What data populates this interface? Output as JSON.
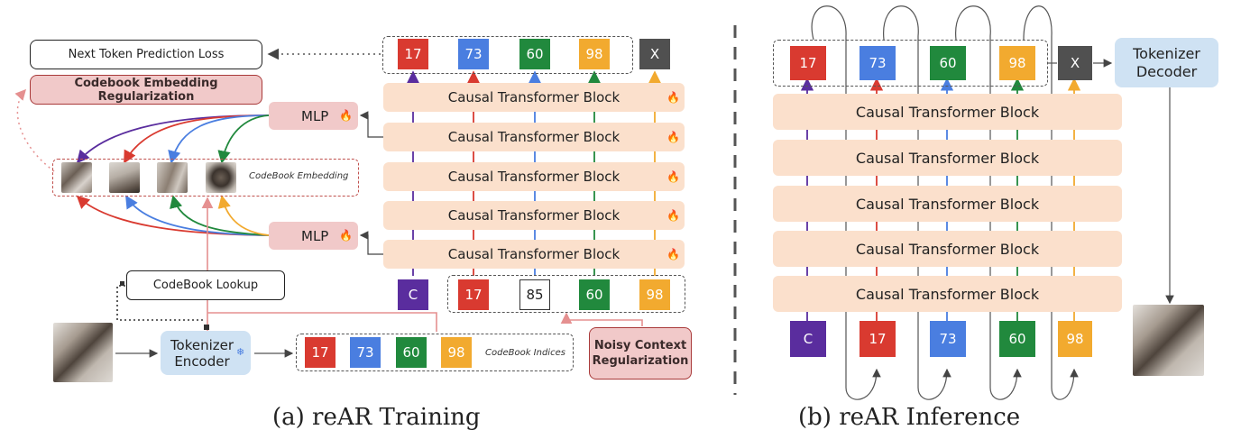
{
  "colors": {
    "red": "#d93a30",
    "blue": "#4a7ee0",
    "green": "#21893d",
    "orange": "#f2aa2f",
    "purple": "#5a2d9e",
    "gray": "#505050",
    "block_fill": "#fbe0cc",
    "mlp_fill": "#f1c9c9",
    "decoder_fill": "#cfe2f3"
  },
  "training": {
    "loss_label": "Next Token Prediction Loss",
    "codebook_reg_label": "Codebook Embedding Regularization",
    "mlp_label": "MLP",
    "codebook_embedding_label": "CodeBook Embedding",
    "codebook_lookup_label": "CodeBook Lookup",
    "tokenizer_encoder_label": "Tokenizer Encoder",
    "codebook_indices_label": "CodeBook Indices",
    "noisy_context_label": "Noisy Context Regularization",
    "block_label": "Causal Transformer Block",
    "output_tokens": [
      "17",
      "73",
      "60",
      "98",
      "X"
    ],
    "input_tokens": [
      "C",
      "17",
      "85",
      "60",
      "98"
    ],
    "index_tokens": [
      "17",
      "73",
      "60",
      "98"
    ],
    "fire": "🔥"
  },
  "inference": {
    "output_tokens": [
      "17",
      "73",
      "60",
      "98",
      "X"
    ],
    "input_tokens": [
      "C",
      "17",
      "73",
      "60",
      "98"
    ],
    "block_label": "Causal Transformer Block",
    "decoder_label": "Tokenizer Decoder"
  },
  "captions": {
    "a": "(a) reAR Training",
    "b": "(b) reAR Inference"
  }
}
